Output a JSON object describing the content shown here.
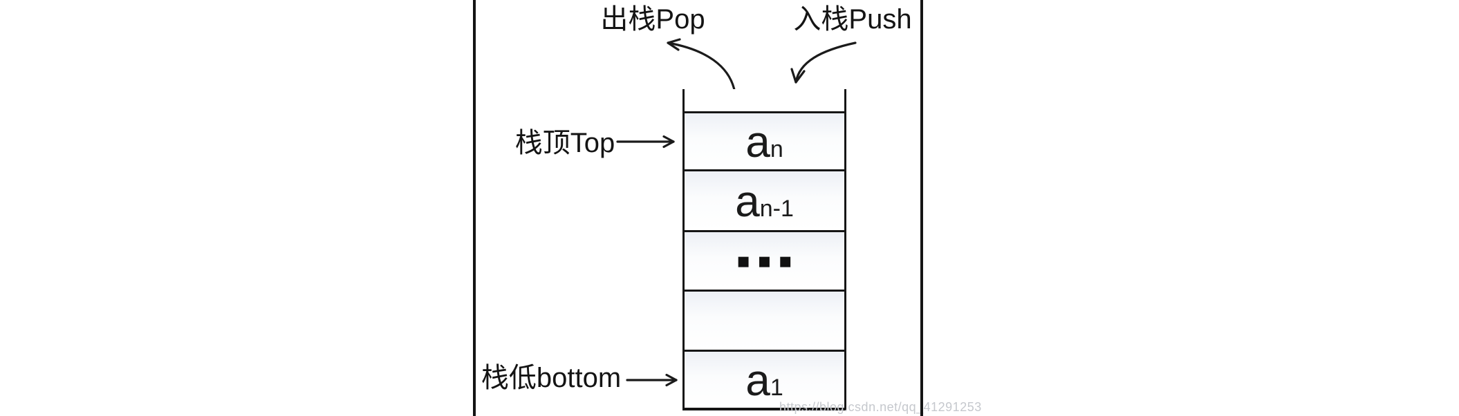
{
  "labels": {
    "pop": "出栈Pop",
    "push": "入栈Push",
    "stack_top": "栈顶Top",
    "stack_bottom": "栈低bottom"
  },
  "stack": {
    "cells": [
      {
        "main": "a",
        "sub": "n"
      },
      {
        "main": "a",
        "sub": "n-1"
      },
      {
        "main": "▪▪▪",
        "sub": ""
      },
      {
        "main": "",
        "sub": ""
      },
      {
        "main": "a",
        "sub": "1"
      }
    ]
  },
  "watermark": "https://blog.csdn.net/qq_41291253",
  "colors": {
    "line": "#1b1b1b",
    "cell_tint_top": "#edf0f6",
    "watermark_text": "#c5c8cd"
  }
}
